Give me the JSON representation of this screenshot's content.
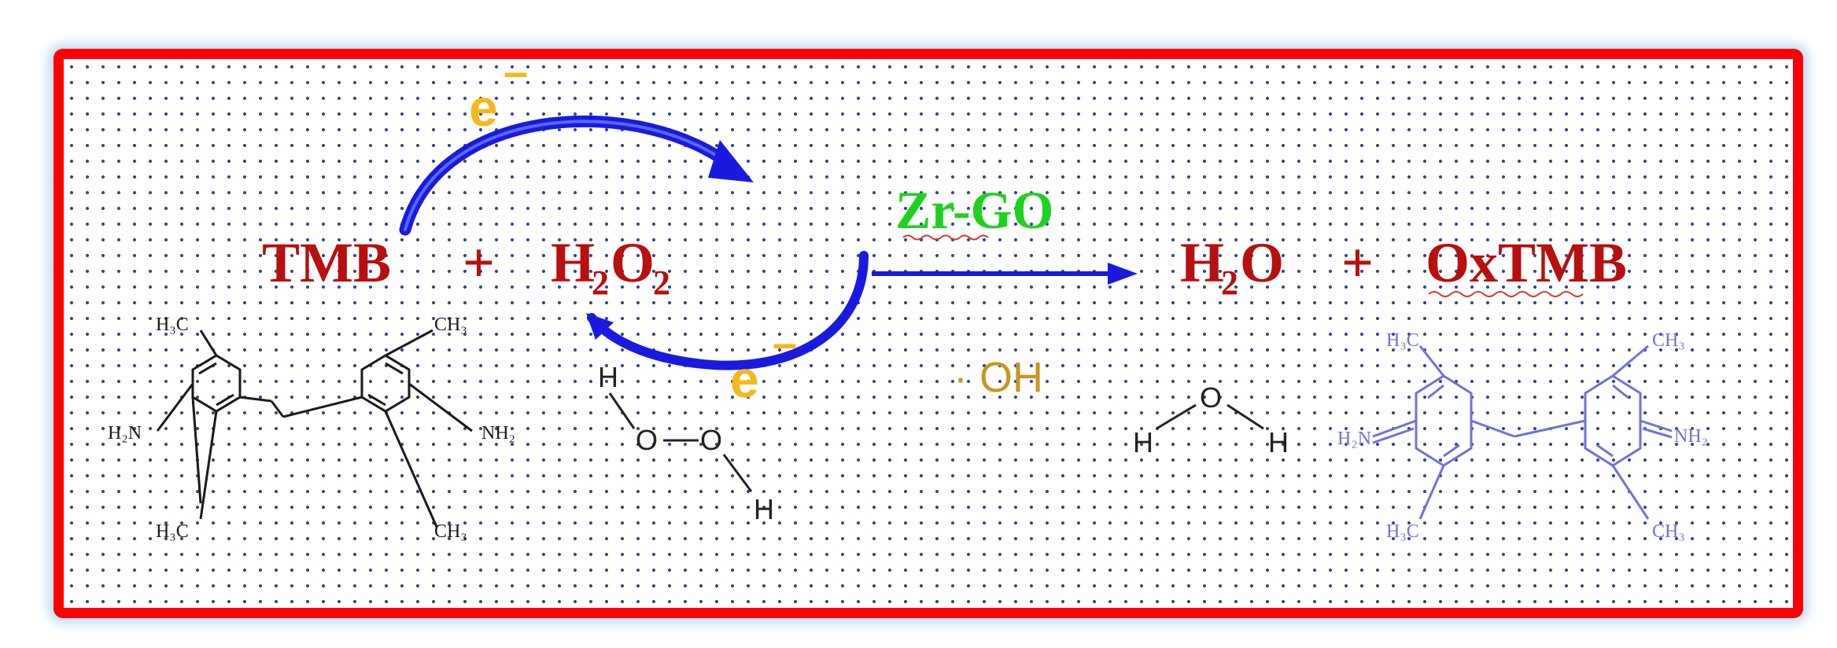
{
  "equation": {
    "reactant_1": "TMB",
    "plus_1": "+",
    "reactant_2_main": "H",
    "reactant_2_sub1": "2",
    "reactant_2_mid": "O",
    "reactant_2_sub2": "2",
    "product_1_main": "H",
    "product_1_sub": "2",
    "product_1_end": "O",
    "plus_2": "+",
    "product_2": "OxTMB"
  },
  "catalyst": "Zr-GO",
  "electron_top": {
    "symbol": "e",
    "charge": "–"
  },
  "electron_bottom": {
    "symbol": "e",
    "charge": "–"
  },
  "radical": "· OH",
  "tmb_structure": {
    "top_left": "H₃C",
    "top_right": "CH₃",
    "left": "H₂N",
    "right": "NH₂",
    "bottom_left": "H₃C",
    "bottom_right": "CH₃"
  },
  "h2o2_structure": {
    "h_top": "H",
    "o_1": "O",
    "o_2": "O",
    "h_bottom": "H"
  },
  "water_structure": {
    "h_left": "H",
    "o": "O",
    "h_right": "H"
  },
  "oxtmb_structure": {
    "top_left": "H₃C",
    "top_right": "CH₃",
    "left": "H₂N",
    "right": "NH₂",
    "bottom_left": "H₃C",
    "bottom_right": "CH₃"
  },
  "colors": {
    "frame_border": "#ff0000",
    "species": "#b80f0f",
    "electron": "#f5b81c",
    "catalyst": "#1fd21f",
    "arrow": "#1a1adf",
    "radical": "#c8961f",
    "oxtmb_structure": "#6f72d8"
  }
}
